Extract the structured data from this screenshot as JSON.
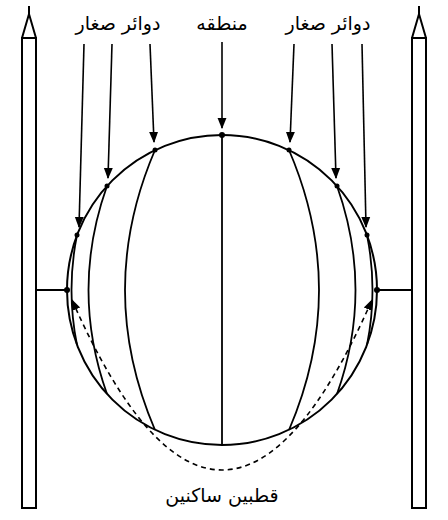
{
  "diagram": {
    "labels": [
      "دوائر صغار",
      "منطقه",
      "دوائر صغار",
      "قطبین ساکنین"
    ]
  }
}
